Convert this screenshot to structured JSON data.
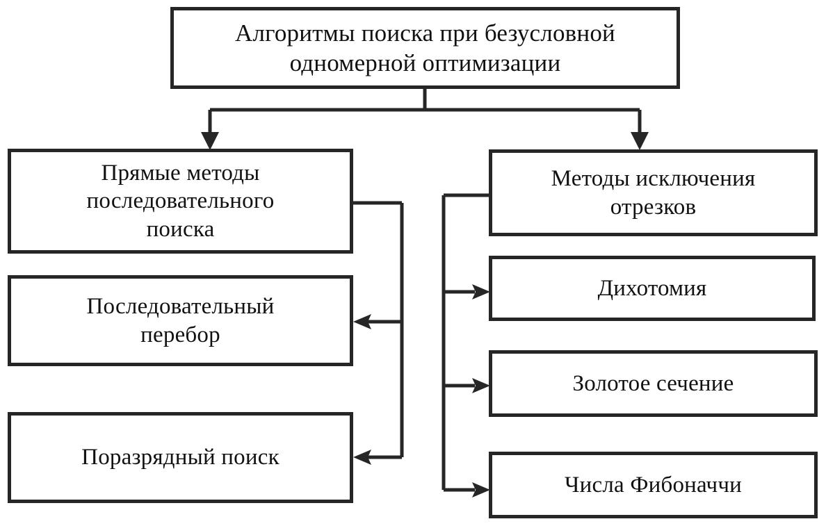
{
  "diagram": {
    "type": "flowchart",
    "language": "ru",
    "colors": {
      "background": "#ffffff",
      "stroke": "#262626",
      "text": "#111111"
    },
    "root": {
      "id": "root",
      "label": "Алгоритмы поиска при безусловной\nодномерной оптимизации"
    },
    "branches": [
      {
        "id": "direct-sequential-search",
        "label": "Прямые методы\nпоследовательного\nпоиска",
        "children": [
          {
            "id": "sequential-enumeration",
            "label": "Последовательный\nперебор"
          },
          {
            "id": "digit-by-digit-search",
            "label": "Поразрядный поиск"
          }
        ]
      },
      {
        "id": "interval-elimination-methods",
        "label": "Методы исключения\nотрезков",
        "children": [
          {
            "id": "dichotomy",
            "label": "Дихотомия"
          },
          {
            "id": "golden-section",
            "label": "Золотое сечение"
          },
          {
            "id": "fibonacci-numbers",
            "label": "Числа Фибоначчи"
          }
        ]
      }
    ]
  }
}
